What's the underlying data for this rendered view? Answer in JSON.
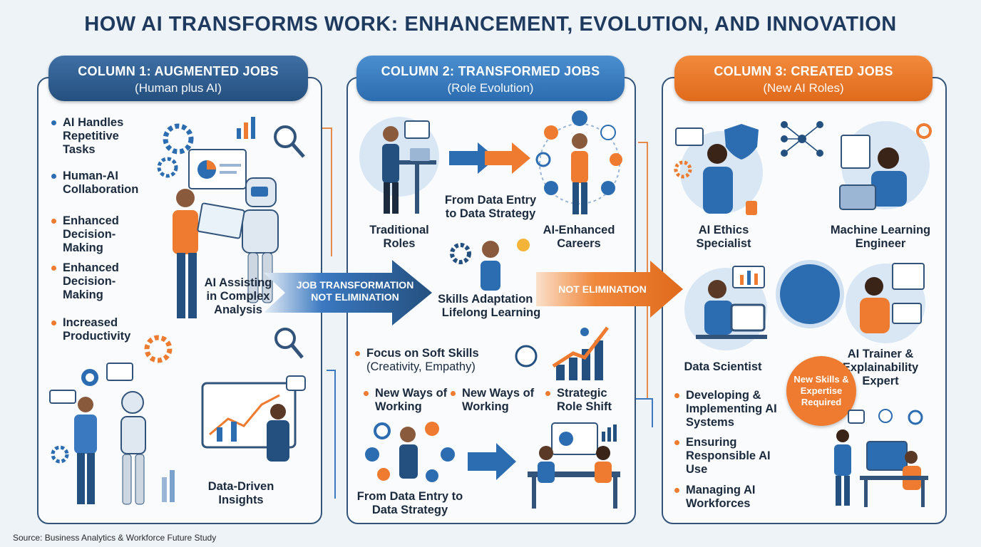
{
  "title": "HOW AI TRANSFORMS WORK: ENHANCEMENT, EVOLUTION, AND INNOVATION",
  "columns": [
    {
      "heading": "COLUMN 1: AUGMENTED JOBS",
      "subheading": "(Human plus AI)"
    },
    {
      "heading": "COLUMN 2: TRANSFORMED JOBS",
      "subheading": "(Role Evolution)"
    },
    {
      "heading": "COLUMN 3: CREATED JOBS",
      "subheading": "(New AI Roles)"
    }
  ],
  "col1": {
    "bullets": [
      "AI Handles Repetitive Tasks",
      "Human-AI Collaboration",
      "Enhanced Decision-Making",
      "Enhanced Decision-Making",
      "Increased Productivity"
    ],
    "label_assisting": "AI Assisting in Complex Analysis",
    "label_insights": "Data-Driven Insights"
  },
  "col2": {
    "label_traditional": "Traditional Roles",
    "label_from_entry_top": "From Data Entry to Data Strategy",
    "label_enhanced": "AI-Enhanced Careers",
    "label_skills": "Skills Adaptation & Lifelong Learning",
    "soft_skills": "Focus on Soft Skills",
    "soft_skills_sub": "(Creativity, Empathy)",
    "new_ways_1": "New Ways of Working",
    "new_ways_2": "New Ways of Working",
    "strategic": "Strategic Role Shift",
    "label_from_entry_bottom": "From Data Entry to Data Strategy"
  },
  "col3": {
    "label_ethics": "AI Ethics Specialist",
    "label_ml": "Machine Learning Engineer",
    "label_ds": "Data Scientist",
    "label_trainer": "AI Trainer & Explainability Expert",
    "bullets": [
      "Developing & Implementing AI Systems",
      "Ensuring Responsible AI Use",
      "Managing AI Workforces"
    ],
    "badge": "New Skills & Expertise Required"
  },
  "arrow1": "JOB TRANSFORMATION NOT ELIMINATION",
  "arrow2": "NOT ELIMINATION",
  "source": "Source: Business Analytics & Workforce Future Study",
  "colors": {
    "navy": "#24507f",
    "blue": "#2c6cb0",
    "orange": "#ee7b2f"
  }
}
